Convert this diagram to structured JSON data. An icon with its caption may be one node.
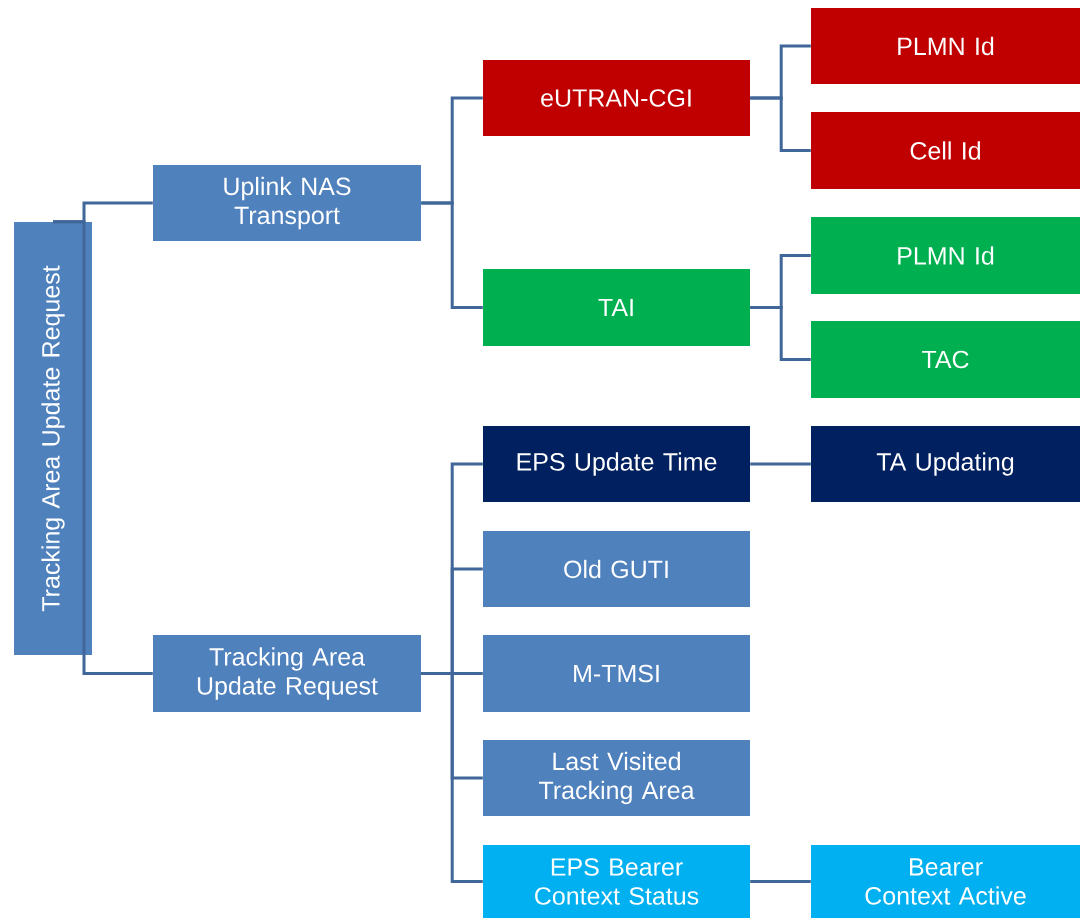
{
  "diagram": {
    "nodes": [
      {
        "text": [
          "Tracking Area Update Request"
        ]
      },
      {
        "text": [
          "Uplink NAS Transport"
        ]
      },
      {
        "text": [
          "Tracking Area Update Request"
        ]
      },
      {
        "text": [
          "eUTRAN-CGI"
        ]
      },
      {
        "text": [
          "TAI"
        ]
      },
      {
        "text": [
          "EPS Update Time"
        ]
      },
      {
        "text": [
          "Old GUTI"
        ]
      },
      {
        "text": [
          "M-TMSI"
        ]
      },
      {
        "text": [
          "Last Visited Tracking Area"
        ]
      },
      {
        "text": [
          "EPS Bearer Context Status"
        ]
      },
      {
        "text": [
          "PLMN Id"
        ]
      },
      {
        "text": [
          "Cell Id"
        ]
      },
      {
        "text": [
          "PLMN Id"
        ]
      },
      {
        "text": [
          "TAC"
        ]
      },
      {
        "text": [
          "TA Updating"
        ]
      },
      {
        "text": [
          "Bearer Context Active"
        ]
      }
    ],
    "edges": [
      {
        "from": 0,
        "to": 1,
        "arrow": "none"
      },
      {
        "from": 0,
        "to": 2,
        "arrow": "none"
      },
      {
        "from": 1,
        "to": 3,
        "arrow": "none"
      },
      {
        "from": 1,
        "to": 4,
        "arrow": "none"
      },
      {
        "from": 2,
        "to": 5,
        "arrow": "none"
      },
      {
        "from": 2,
        "to": 6,
        "arrow": "none"
      },
      {
        "from": 2,
        "to": 7,
        "arrow": "none"
      },
      {
        "from": 2,
        "to": 8,
        "arrow": "none"
      },
      {
        "from": 2,
        "to": 9,
        "arrow": "none"
      },
      {
        "from": 3,
        "to": 10,
        "arrow": "none"
      },
      {
        "from": 3,
        "to": 11,
        "arrow": "none"
      },
      {
        "from": 4,
        "to": 12,
        "arrow": "none"
      },
      {
        "from": 4,
        "to": 13,
        "arrow": "none"
      },
      {
        "from": 5,
        "to": 14,
        "arrow": "none"
      },
      {
        "from": 9,
        "to": 15,
        "arrow": "none"
      }
    ]
  }
}
